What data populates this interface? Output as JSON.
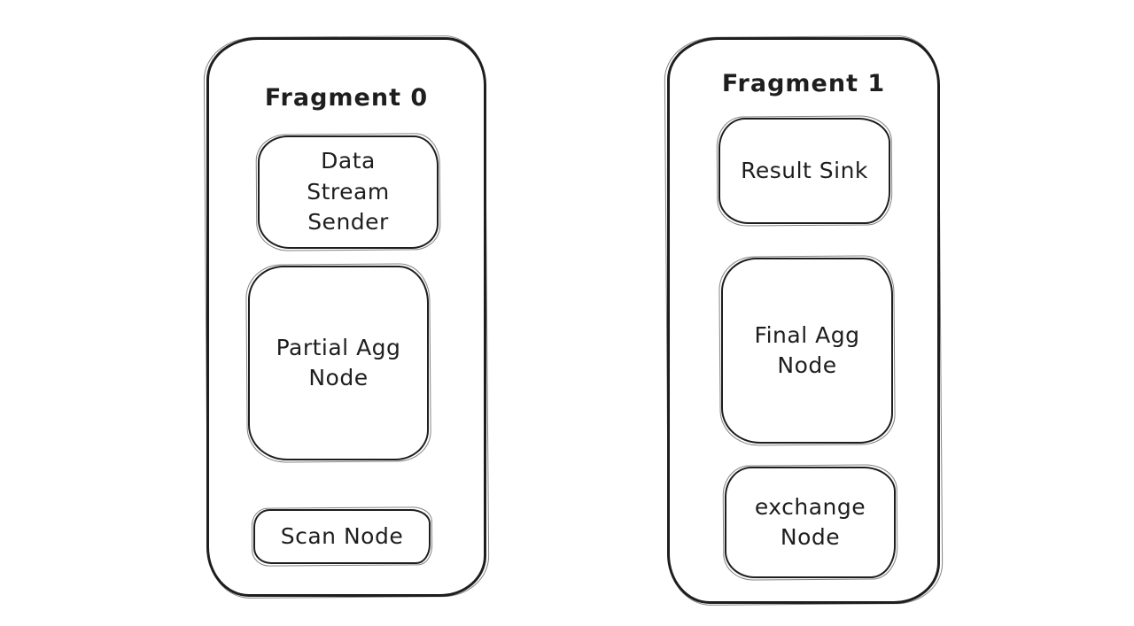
{
  "diagram": {
    "colors": {
      "stroke": "#1e1e1e",
      "background": "#ffffff"
    },
    "fragments": [
      {
        "title": "Fragment 0",
        "nodes": [
          {
            "id": "data-stream-sender",
            "label": "Data\nStream\nSender"
          },
          {
            "id": "partial-agg-node",
            "label": "Partial Agg\nNode"
          },
          {
            "id": "scan-node",
            "label": "Scan Node"
          }
        ]
      },
      {
        "title": "Fragment 1",
        "nodes": [
          {
            "id": "result-sink",
            "label": "Result Sink"
          },
          {
            "id": "final-agg-node",
            "label": "Final Agg\nNode"
          },
          {
            "id": "exchange-node",
            "label": "exchange\nNode"
          }
        ]
      }
    ]
  }
}
